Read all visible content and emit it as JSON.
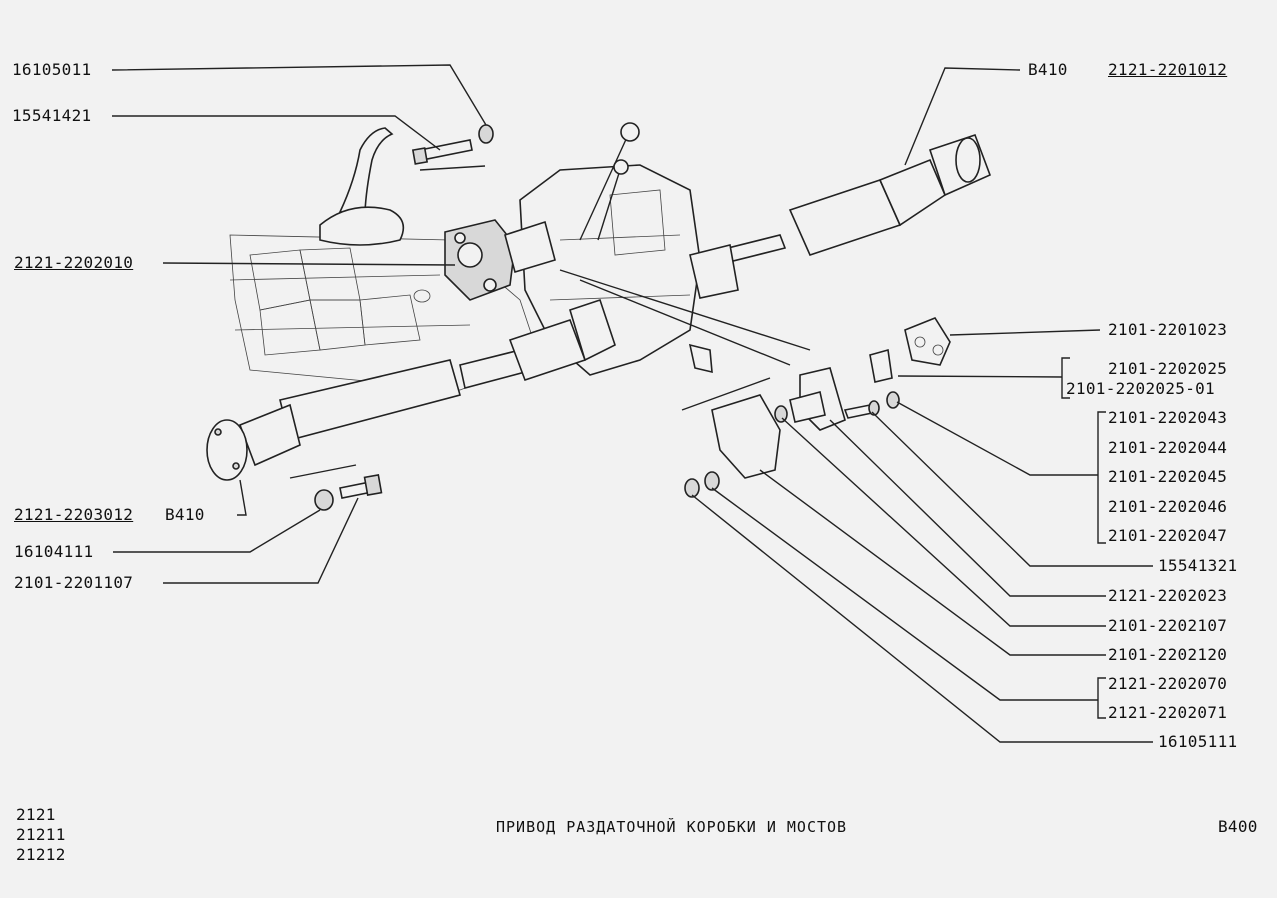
{
  "labels": {
    "l_16105011": "16105011",
    "l_15541421": "15541421",
    "l_2121_2202010": "2121-2202010",
    "l_2121_2203012": "2121-2203012",
    "l_b410_left": "B410",
    "l_16104111": "16104111",
    "l_2101_2201107": "2101-2201107",
    "l_b410_top": "B410",
    "l_2121_2201012": "2121-2201012",
    "l_2101_2201023": "2101-2201023",
    "l_2101_2202025": "2101-2202025",
    "l_2101_2202025_01": "2101-2202025-01",
    "l_2101_2202043": "2101-2202043",
    "l_2101_2202044": "2101-2202044",
    "l_2101_2202045": "2101-2202045",
    "l_2101_2202046": "2101-2202046",
    "l_2101_2202047": "2101-2202047",
    "l_15541321": "15541321",
    "l_2121_2202023": "2121-2202023",
    "l_2101_2202107": "2101-2202107",
    "l_2101_2202120": "2101-2202120",
    "l_2121_2202070": "2121-2202070",
    "l_2121_2202071": "2121-2202071",
    "l_16105111": "16105111"
  },
  "footer": {
    "models": [
      "2121",
      "21211",
      "21212"
    ],
    "title": "ПРИВОД  РАЗДАТОЧНОЙ  КОРОБКИ  И  МОСТОВ",
    "page_code": "B400"
  }
}
